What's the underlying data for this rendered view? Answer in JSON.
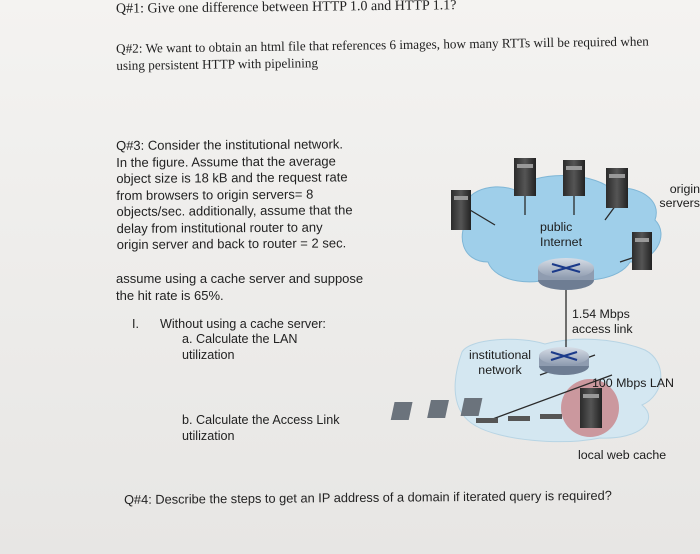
{
  "q1": "Q#1: Give one difference between HTTP 1.0 and HTTP 1.1?",
  "q2": "Q#2: We want to obtain an html file that references 6 images, how many RTTs will be required when using persistent HTTP with pipelining",
  "q3": {
    "lines": [
      "Q#3: Consider the institutional network.",
      "In the figure. Assume that the average",
      "object size is 18 kB and the request rate",
      "from browsers to origin servers= 8",
      "objects/sec. additionally, assume that the",
      "delay from institutional router to any",
      "origin server and back to router = 2 sec."
    ],
    "assume": "assume using a cache server and suppose the hit rate is 65%.",
    "item_num": "I.",
    "item_text": "Without using a cache server:",
    "sub_a": "a.  Calculate the LAN utilization",
    "sub_b": "b.  Calculate the Access Link utilization"
  },
  "diagram": {
    "origin_servers": "origin servers",
    "public_internet": "public Internet",
    "access_link": "1.54 Mbps access link",
    "institutional_network": "institutional network",
    "lan": "100 Mbps LAN",
    "local_cache": "local web cache",
    "colors": {
      "cloud": "#9fcfea",
      "router": "#9aa9bd",
      "cache_halo": "#c98a8f",
      "link": "#2a2a2a"
    }
  },
  "q4": "Q#4: Describe the steps to get an IP address of a domain if iterated query is required?"
}
